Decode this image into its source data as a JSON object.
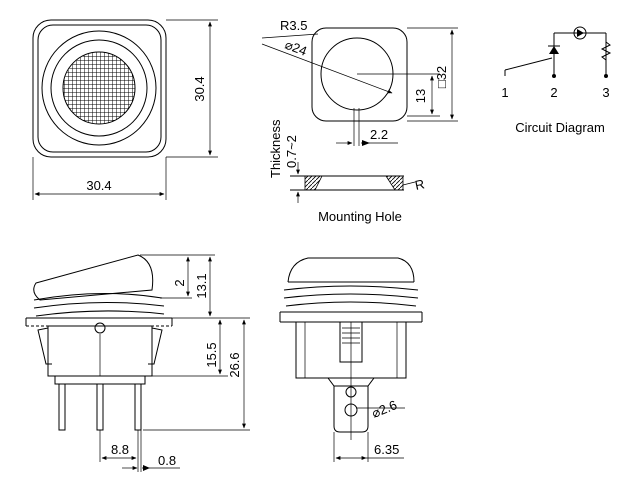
{
  "front_view": {
    "width_label": "30.4",
    "height_label": "30.4"
  },
  "mounting_hole": {
    "corner_radius_label": "R3.5",
    "diameter_label": "⌀24",
    "square_label": "□32",
    "offset_label": "13",
    "slot_label": "2.2",
    "thickness_word": "Thickness",
    "thickness_range": "0.7~2",
    "edge_radius_label": "R",
    "caption": "Mounting Hole"
  },
  "circuit": {
    "pin_labels": [
      "1",
      "2",
      "3"
    ],
    "caption": "Circuit Diagram"
  },
  "side_view": {
    "cap_offset_label": "2",
    "cap_height_label": "13.1",
    "body_height_label": "15.5",
    "total_height_label": "26.6",
    "pin_pitch_label": "8.8",
    "pin_thickness_label": "0.8"
  },
  "end_view": {
    "hole_label": "⌀2.6",
    "terminal_width_label": "6.35"
  }
}
